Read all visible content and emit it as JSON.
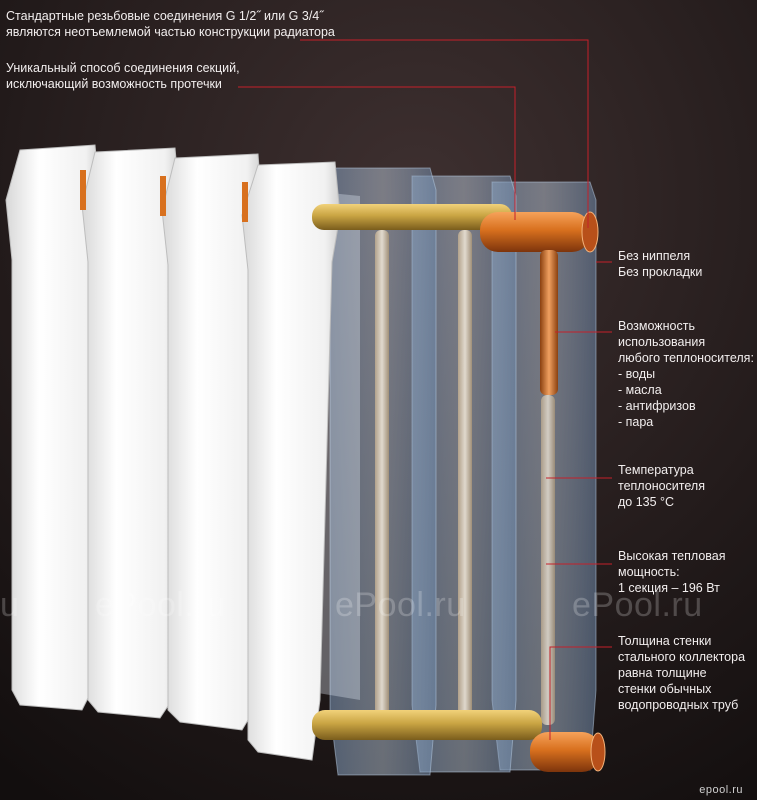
{
  "colors": {
    "background": "#1b1616",
    "radiator_white": "#f3f3f3",
    "glass": "#9fb8d4",
    "copper": "#d8701e",
    "brass": "#c9a443",
    "leader_line": "#c4202a",
    "text": "#f2eeee"
  },
  "callouts": {
    "threaded": {
      "lines": [
        "Стандартные  резьбовые соединения G 1/2˝ или  G 3/4˝",
        "являются неотъемлемой частью конструкции радиатора"
      ]
    },
    "section_joint": {
      "lines": [
        "Уникальный способ соединения секций,",
        "исключающий возможность протечки"
      ]
    },
    "no_nipple": {
      "lines": [
        "Без ниппеля",
        "Без прокладки"
      ]
    },
    "coolant": {
      "lines": [
        "Возможность",
        "использования",
        "любого теплоносителя:",
        "- воды",
        "- масла",
        "- антифризов",
        "- пара"
      ]
    },
    "temperature": {
      "lines": [
        "Температура",
        "теплоносителя",
        "до 135 °С"
      ]
    },
    "heat_output": {
      "lines": [
        "Высокая тепловая",
        "мощность:",
        "1 секция – 196 Вт"
      ]
    },
    "wall": {
      "lines": [
        "Толщина стенки",
        "стального коллектора",
        "равна толщине",
        "стенки обычных",
        "водопроводных труб"
      ]
    }
  },
  "watermarks": [
    "u",
    "ePool.ru",
    "ePool.ru",
    "ePool.ru"
  ],
  "brand": "epool.ru"
}
